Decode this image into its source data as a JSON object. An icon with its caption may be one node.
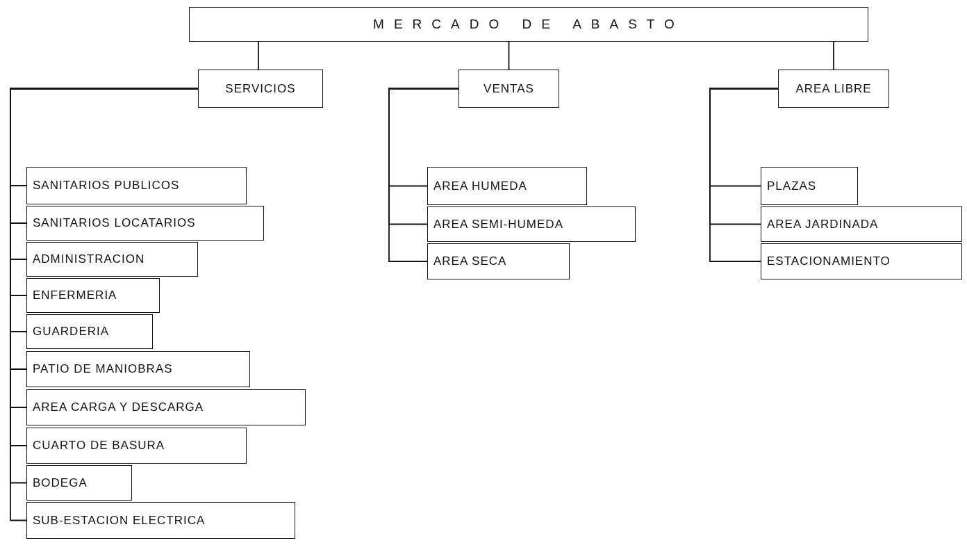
{
  "diagram": {
    "nodes": [
      {
        "text": [
          "MERCADO DE ABASTO"
        ]
      },
      {
        "text": [
          "SERVICIOS"
        ]
      },
      {
        "text": [
          "VENTAS"
        ]
      },
      {
        "text": [
          "AREA LIBRE"
        ]
      },
      {
        "text": [
          "SANITARIOS PUBLICOS"
        ]
      },
      {
        "text": [
          "SANITARIOS LOCATARIOS"
        ]
      },
      {
        "text": [
          "ADMINISTRACION"
        ]
      },
      {
        "text": [
          "ENFERMERIA"
        ]
      },
      {
        "text": [
          "GUARDERIA"
        ]
      },
      {
        "text": [
          "PATIO DE MANIOBRAS"
        ]
      },
      {
        "text": [
          "AREA CARGA Y DESCARGA"
        ]
      },
      {
        "text": [
          "CUARTO DE BASURA"
        ]
      },
      {
        "text": [
          "BODEGA"
        ]
      },
      {
        "text": [
          "SUB-ESTACION ELECTRICA"
        ]
      },
      {
        "text": [
          "AREA HUMEDA"
        ]
      },
      {
        "text": [
          "AREA SEMI-HUMEDA"
        ]
      },
      {
        "text": [
          "AREA SECA"
        ]
      },
      {
        "text": [
          "PLAZAS"
        ]
      },
      {
        "text": [
          "AREA JARDINADA"
        ]
      },
      {
        "text": [
          "ESTACIONAMIENTO"
        ]
      }
    ],
    "edges": [
      {
        "from": 0,
        "to": 1,
        "arrow": "none"
      },
      {
        "from": 0,
        "to": 2,
        "arrow": "none"
      },
      {
        "from": 0,
        "to": 3,
        "arrow": "none"
      },
      {
        "from": 1,
        "to": 4,
        "arrow": "none"
      },
      {
        "from": 1,
        "to": 5,
        "arrow": "none"
      },
      {
        "from": 1,
        "to": 6,
        "arrow": "none"
      },
      {
        "from": 1,
        "to": 7,
        "arrow": "none"
      },
      {
        "from": 1,
        "to": 8,
        "arrow": "none"
      },
      {
        "from": 1,
        "to": 9,
        "arrow": "none"
      },
      {
        "from": 1,
        "to": 10,
        "arrow": "none"
      },
      {
        "from": 1,
        "to": 11,
        "arrow": "none"
      },
      {
        "from": 1,
        "to": 12,
        "arrow": "none"
      },
      {
        "from": 1,
        "to": 13,
        "arrow": "none"
      },
      {
        "from": 2,
        "to": 14,
        "arrow": "none"
      },
      {
        "from": 2,
        "to": 15,
        "arrow": "none"
      },
      {
        "from": 2,
        "to": 16,
        "arrow": "none"
      },
      {
        "from": 3,
        "to": 17,
        "arrow": "none"
      },
      {
        "from": 3,
        "to": 18,
        "arrow": "none"
      },
      {
        "from": 3,
        "to": 19,
        "arrow": "none"
      }
    ]
  }
}
